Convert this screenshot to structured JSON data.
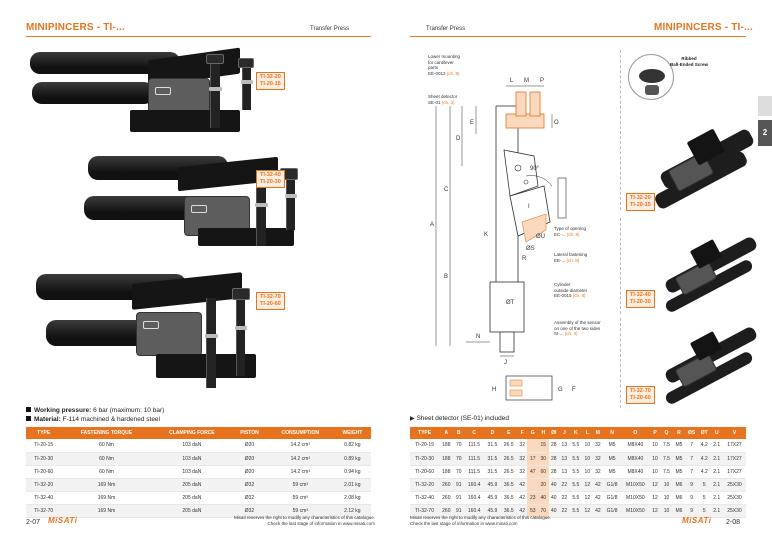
{
  "left_page": {
    "title": "MINIPINCERS - TI-...",
    "section": "Transfer Press",
    "product_tags": [
      [
        "TI-32-20",
        "TI-20-15"
      ],
      [
        "TI-32-40",
        "TI-20-30"
      ],
      [
        "TI-32-70",
        "TI-20-60"
      ]
    ],
    "specs": {
      "working_pressure_label": "Working pressure:",
      "working_pressure_value": "6 bar (maximum: 10 bar)",
      "material_label": "Material:",
      "material_value": "F-114 machined & hardened steel"
    },
    "table": {
      "headers": [
        "TYPE",
        "FASTENING TORQUE",
        "CLAMPING FORCE",
        "PISTON",
        "CONSUMPTION",
        "WEIGHT"
      ],
      "rows": [
        [
          "TI-20-15",
          "60 Nm",
          "103 daN",
          "Ø20",
          "14.2 cm³",
          "0.82 kg"
        ],
        [
          "TI-20-30",
          "60 Nm",
          "103 daN",
          "Ø20",
          "14.2 cm³",
          "0.89 kg"
        ],
        [
          "TI-20-60",
          "60 Nm",
          "103 daN",
          "Ø20",
          "14.2 cm³",
          "0.94 kg"
        ],
        [
          "TI-32-20",
          "169 Nm",
          "205 daN",
          "Ø32",
          "59 cm³",
          "2.01 kg"
        ],
        [
          "TI-32-40",
          "169 Nm",
          "205 daN",
          "Ø32",
          "59 cm³",
          "2.08 kg"
        ],
        [
          "TI-32-70",
          "169 Nm",
          "205 daN",
          "Ø32",
          "59 cm³",
          "2.12 kg"
        ]
      ]
    },
    "footer_note": [
      "Misati reserves the right to modify any characteristics of this catalogue.",
      "Check the last stage of information in www.misati.com"
    ],
    "page_number": "2-07",
    "brand": "MiSATi"
  },
  "right_page": {
    "title": "MINIPINCERS - TI-...",
    "section": "Transfer Press",
    "side_tab": "2",
    "callouts": {
      "lower_mounting": [
        "Lower mounting",
        "for cantilever",
        "parts"
      ],
      "lower_mounting_code": "EE-0013",
      "lower_mounting_ref": "(ch. 8)",
      "sheet_detector": "Sheet detector",
      "sheet_detector_code": "SE-01",
      "sheet_detector_ref": "(ch. 3)",
      "type_opening": "Type of opening",
      "type_opening_code": "EC-...",
      "type_opening_ref": "(ch. 8)",
      "lateral_fastening": "Lateral fastening",
      "lateral_fastening_code": "EE-...",
      "lateral_fastening_ref": "(ch. 8)",
      "cylinder_diam": [
        "Cylinder",
        "outside diameter"
      ],
      "cylinder_code": "EE-0015",
      "cylinder_ref": "(ch. 8)",
      "assembly_sensor": [
        "Assembly of the sensor",
        "on one of the two sides"
      ],
      "assembly_code": "SI-...",
      "assembly_ref": "(ch. 3)",
      "angle": "90°"
    },
    "dims": [
      "A",
      "B",
      "C",
      "D",
      "E",
      "F",
      "G",
      "H",
      "I",
      "J",
      "K",
      "L",
      "M",
      "N",
      "O",
      "P",
      "ØS",
      "ØT",
      "ØU",
      "ØR"
    ],
    "ball_label": [
      "Ribbed",
      "Ball-Ended Screw"
    ],
    "product_tags": [
      [
        "TI-32-20",
        "TI-20-15"
      ],
      [
        "TI-32-40",
        "TI-20-30"
      ],
      [
        "TI-32-70",
        "TI-20-60"
      ]
    ],
    "table_caption": "Sheet detector (SE-01) included",
    "table": {
      "headers": [
        "TYPE",
        "A",
        "B",
        "C",
        "D",
        "E",
        "F",
        "G",
        "H",
        "ØI",
        "J",
        "K",
        "L",
        "M",
        "N",
        "O",
        "P",
        "Q",
        "R",
        "ØS",
        "ØT",
        "U",
        "V"
      ],
      "rows": [
        [
          "TI-20-15",
          "188",
          "70",
          "111.5",
          "31.5",
          "26.5",
          "32",
          "",
          "15",
          "28",
          "13",
          "5.5",
          "10",
          "32",
          "M5",
          "M8X40",
          "10",
          "7.5",
          "M5",
          "7",
          "4.2",
          "2.1",
          "17X27"
        ],
        [
          "TI-20-30",
          "188",
          "70",
          "111.5",
          "31.5",
          "26.5",
          "32",
          "17",
          "30",
          "28",
          "13",
          "5.5",
          "10",
          "32",
          "M5",
          "M8X40",
          "10",
          "7.5",
          "M5",
          "7",
          "4.2",
          "2.1",
          "17X27"
        ],
        [
          "TI-20-60",
          "188",
          "70",
          "111.5",
          "31.5",
          "26.5",
          "32",
          "47",
          "60",
          "28",
          "13",
          "5.5",
          "10",
          "32",
          "M5",
          "M8X40",
          "10",
          "7.5",
          "M5",
          "7",
          "4.2",
          "2.1",
          "17X27"
        ],
        [
          "TI-32-20",
          "260",
          "91",
          "160.4",
          "45.9",
          "36.5",
          "42",
          "",
          "20",
          "40",
          "22",
          "5.5",
          "12",
          "42",
          "G1/8",
          "M10X50",
          "12",
          "10",
          "M6",
          "9",
          "5",
          "2.1",
          "25X30"
        ],
        [
          "TI-32-40",
          "260",
          "91",
          "160.4",
          "45.9",
          "36.5",
          "42",
          "23",
          "40",
          "40",
          "22",
          "5.5",
          "12",
          "42",
          "G1/8",
          "M10X50",
          "12",
          "10",
          "M6",
          "9",
          "5",
          "2.1",
          "25X30"
        ],
        [
          "TI-32-70",
          "260",
          "91",
          "160.4",
          "45.9",
          "36.5",
          "42",
          "53",
          "70",
          "40",
          "22",
          "5.5",
          "12",
          "42",
          "G1/8",
          "M10X50",
          "12",
          "10",
          "M6",
          "9",
          "5",
          "2.1",
          "25X30"
        ]
      ]
    },
    "footer_note": [
      "Misati reserves the right to modify any characteristics of this catalogue.",
      "Check the last stage of information in www.misati.com"
    ],
    "page_number": "2-08",
    "brand": "MiSATi"
  },
  "colors": {
    "accent": "#e8731f",
    "accent_light": "#fbd9bf",
    "metal_dark": "#1d1d1d",
    "plate_grey": "#5d5d5d"
  }
}
